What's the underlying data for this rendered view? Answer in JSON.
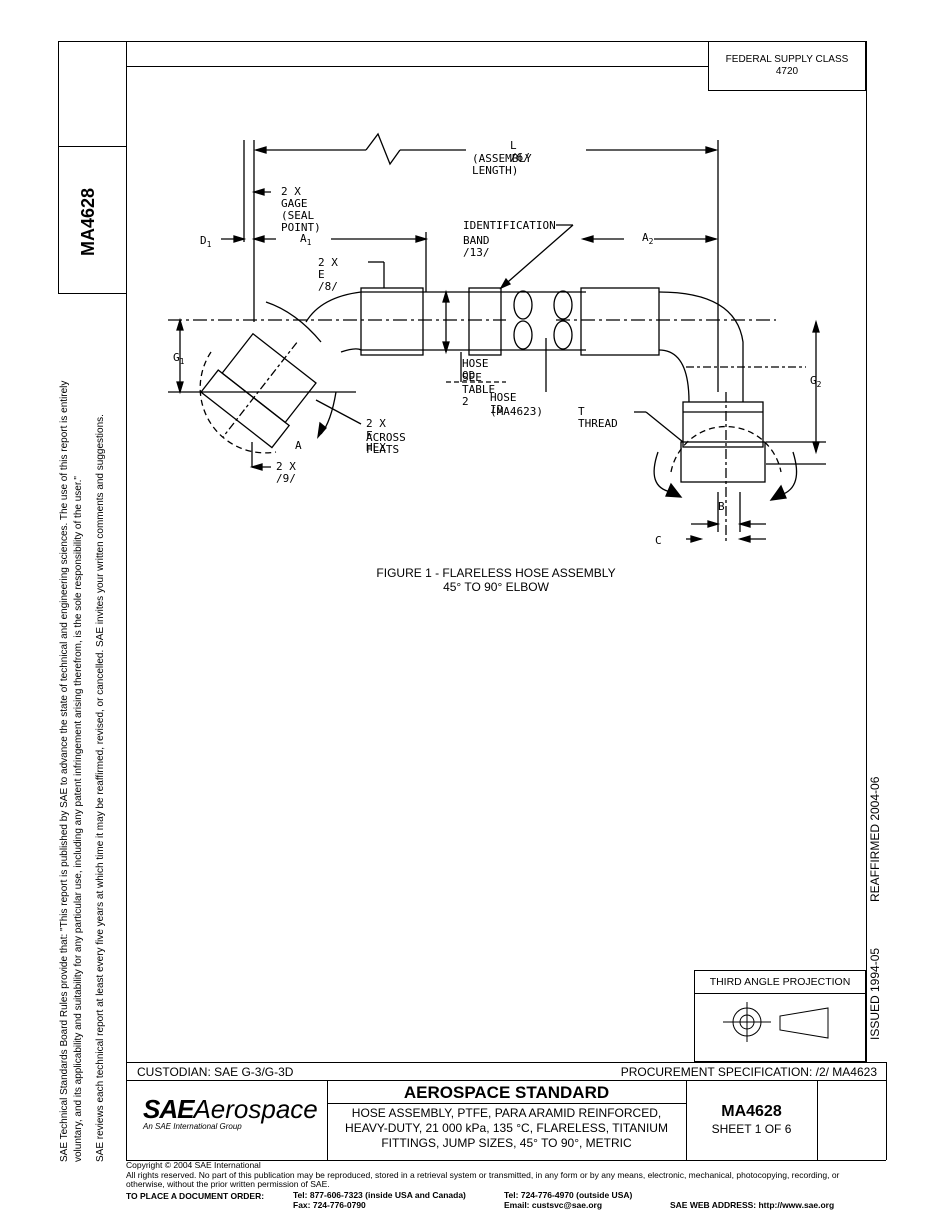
{
  "side_notes": {
    "line1": "SAE Technical Standards Board Rules provide that: \"This report is published by SAE to advance the state of technical and engineering sciences. The use of this report is entirely",
    "line2": "voluntary, and its applicability and suitability for any particular use, including any patent infringement arising therefrom, is the sole responsibility of the user.\"",
    "line3": "SAE reviews each technical report at least every five years at which time it may be reaffirmed, revised, or cancelled. SAE invites your written comments and suggestions."
  },
  "doc_number_side": "MA4628",
  "federal_supply": {
    "line1": "FEDERAL SUPPLY CLASS",
    "line2": "4720"
  },
  "figure": {
    "caption_line1": "FIGURE 1 - FLARELESS HOSE ASSEMBLY",
    "caption_line2": "45° TO 90° ELBOW",
    "labels": {
      "l6": "L /6/",
      "assembly_length": "(ASSEMBLY LENGTH)",
      "gage": "2 X GAGE (SEAL POINT)",
      "ident1": "IDENTIFICATION",
      "ident2": "BAND /13/",
      "d1": "D",
      "d1_sub": "1",
      "a1": "A",
      "a1_sub": "1",
      "a2": "A",
      "a2_sub": "2",
      "e8": "2 X E /8/",
      "hose_od1": "HOSE OD",
      "hose_od2": "SEE TABLE 2",
      "hose_id1": "HOSE ID",
      "hose_id2": "(MA4623)",
      "t_thread": "T THREAD",
      "g1": "G",
      "g1_sub": "1",
      "g2": "G",
      "g2_sub": "2",
      "f_hex1": "2 X F HEX",
      "f_hex2": "ACROSS FLATS",
      "a": "A",
      "x9": "2 X /9/",
      "b": "B",
      "c": "C"
    }
  },
  "dates": {
    "reaffirmed": "REAFFIRMED 2004-06",
    "issued": "ISSUED 1994-05"
  },
  "projection": {
    "title": "THIRD ANGLE PROJECTION"
  },
  "title_block": {
    "custodian": "CUSTODIAN: SAE G-3/G-3D",
    "procurement": "PROCUREMENT SPECIFICATION: /2/ MA4623",
    "logo_sae": "SAE",
    "logo_aero": "Aerospace",
    "logo_tagline": "An SAE International Group",
    "standard": "AEROSPACE STANDARD",
    "title_line1": "HOSE ASSEMBLY, PTFE, PARA ARAMID REINFORCED,",
    "title_line2": "HEAVY-DUTY, 21 000 kPa, 135 °C, FLARELESS, TITANIUM",
    "title_line3": "FITTINGS, JUMP SIZES, 45° TO 90°, METRIC",
    "doc_number": "MA4628",
    "sheet": "SHEET 1 OF 6"
  },
  "footer": {
    "copyright": "Copyright © 2004 SAE International",
    "rights1": "All rights reserved. No part of this publication may be reproduced, stored in a retrieval system or transmitted, in any form or by any means, electronic, mechanical, photocopying, recording, or",
    "rights2": "otherwise, without the prior written permission of SAE.",
    "order_label": "TO PLACE A DOCUMENT ORDER:",
    "tel1": "Tel:  877-606-7323 (inside USA and Canada)",
    "fax": "Fax:  724-776-0790",
    "tel2": "Tel:  724-776-4970 (outside USA)",
    "email": "Email:  custsvc@sae.org",
    "web": "SAE WEB ADDRESS:  http://www.sae.org"
  }
}
